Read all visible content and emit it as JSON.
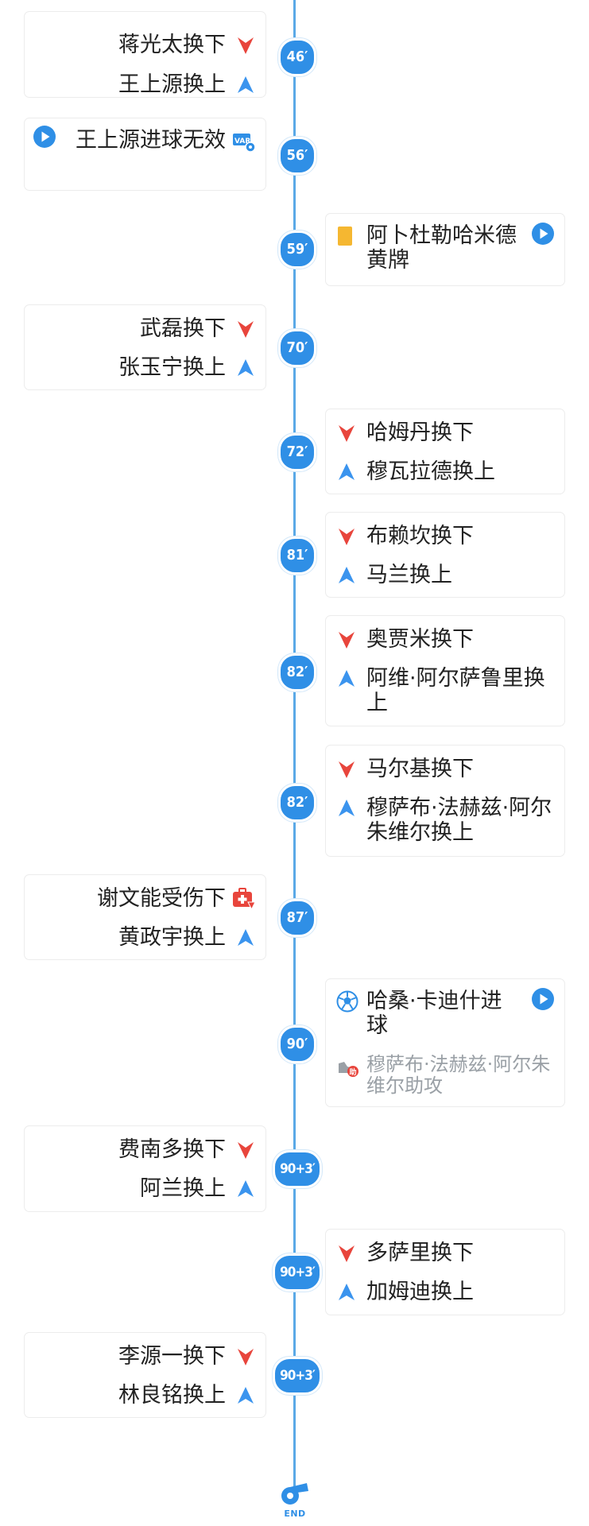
{
  "events": {
    "e1": {
      "minute": "46′",
      "out": "蒋光太换下",
      "in": "王上源换上"
    },
    "e2": {
      "minute": "56′",
      "text": "王上源进球无效"
    },
    "e3": {
      "minute": "59′",
      "text": "阿卜杜勒哈米德黄牌"
    },
    "e4": {
      "minute": "70′",
      "out": "武磊换下",
      "in": "张玉宁换上"
    },
    "e5": {
      "minute": "72′",
      "out": "哈姆丹换下",
      "in": "穆瓦拉德换上"
    },
    "e6": {
      "minute": "81′",
      "out": "布赖坎换下",
      "in": "马兰换上"
    },
    "e7": {
      "minute": "82′",
      "out": "奥贾米换下",
      "in": "阿维·阿尔萨鲁里换上"
    },
    "e8": {
      "minute": "82′",
      "out": "马尔基换下",
      "in": "穆萨布·法赫兹·阿尔朱维尔换上"
    },
    "e9": {
      "minute": "87′",
      "out": "谢文能受伤下",
      "in": "黄政宇换上"
    },
    "e10": {
      "minute": "90′",
      "text": "哈桑·卡迪什进球",
      "assist": "穆萨布·法赫兹·阿尔朱维尔助攻"
    },
    "e11": {
      "minute": "90+3′",
      "out": "费南多换下",
      "in": "阿兰换上"
    },
    "e12": {
      "minute": "90+3′",
      "out": "多萨里换下",
      "in": "加姆迪换上"
    },
    "e13": {
      "minute": "90+3′",
      "out": "李源一换下",
      "in": "林良铭换上"
    }
  },
  "end_label": "END",
  "icons": {
    "sub_out": "red-arrow-down-icon",
    "sub_in": "blue-arrow-up-icon",
    "play": "play-video-icon",
    "var": "var-review-icon",
    "yellow_card": "yellow-card-icon",
    "injury": "injury-kit-icon",
    "goal": "football-icon",
    "assist": "assist-boot-icon",
    "whistle": "whistle-icon"
  },
  "colors": {
    "accent": "#2f8fe6",
    "sub_out": "#e8453c",
    "sub_in": "#3b94ee",
    "yellow_card": "#f5b731"
  }
}
